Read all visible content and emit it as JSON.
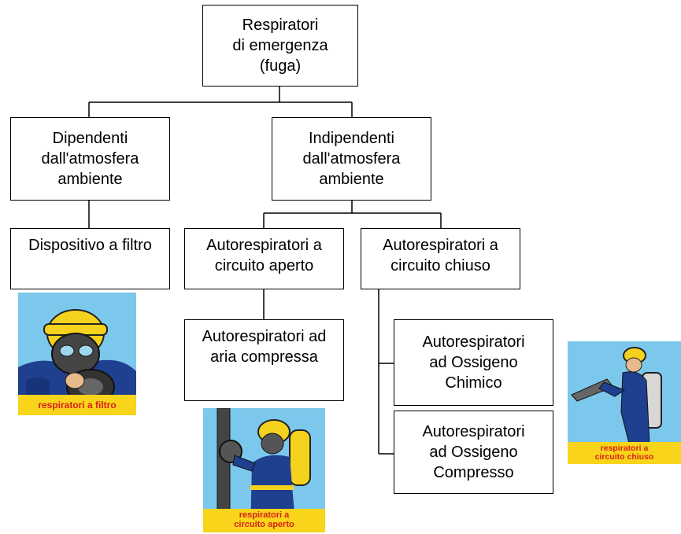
{
  "nodes": {
    "root": [
      "Respiratori",
      "di emergenza",
      "(fuga)"
    ],
    "dependent": [
      "Dipendenti",
      "dall'atmosfera",
      "ambiente"
    ],
    "independent": [
      "Indipendenti",
      "dall'atmosfera",
      "ambiente"
    ],
    "filter_device": [
      "Dispositivo a filtro"
    ],
    "open_circuit": [
      "Autorespiratori a",
      "circuito aperto"
    ],
    "closed_circuit": [
      "Autorespiratori a",
      "circuito chiuso"
    ],
    "compressed_air": [
      "Autorespiratori ad",
      "aria compressa"
    ],
    "chemical_oxygen": [
      "Autorespiratori",
      "ad Ossigeno",
      "Chimico"
    ],
    "compressed_oxygen": [
      "Autorespiratori",
      "ad Ossigeno",
      "Compresso"
    ]
  },
  "illustrations": {
    "filter": {
      "caption": [
        "respiratori a filtro"
      ],
      "icon": "filter-respirator-illustration"
    },
    "open": {
      "caption": [
        "respiratori a",
        "circuito aperto"
      ],
      "icon": "open-circuit-respirator-illustration"
    },
    "closed": {
      "caption": [
        "respiratori a",
        "circuito chiuso"
      ],
      "icon": "closed-circuit-respirator-illustration"
    }
  },
  "colors": {
    "caption_bg": "#f8d41a",
    "caption_text": "#d8211a",
    "sky": "#7cc8ec",
    "suit": "#1f3f8f",
    "helmet": "#f5d21e"
  }
}
